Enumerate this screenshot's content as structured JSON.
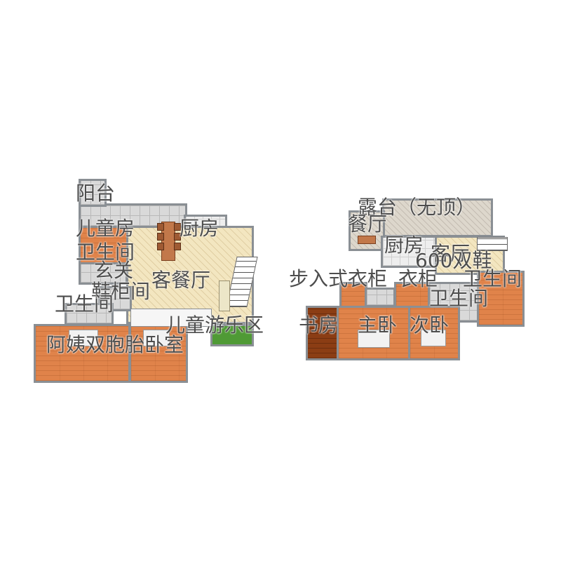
{
  "left_floor": {
    "labels": {
      "balcony": "阳台",
      "kids_room": "儿童房",
      "kitchen": "厨房",
      "bathroom_1": "卫生间",
      "entrance": "玄关",
      "living_dining": "客餐厅",
      "shoe_cabinet": "鞋柜间",
      "bathroom_2": "卫生间",
      "kids_play": "儿童游乐区",
      "nanny_twin": "阿姨双胞胎卧室"
    }
  },
  "right_floor": {
    "labels": {
      "terrace": "露台（无顶）",
      "dining": "餐厅",
      "kitchen": "厨房",
      "living": "客厅",
      "shoe_600": "600双鞋",
      "walk_in": "步入式衣柜",
      "wardrobe": "衣柜",
      "powder": "卫生间",
      "bathroom": "卫生间",
      "study": "书房",
      "master": "主卧",
      "second": "次卧"
    }
  }
}
